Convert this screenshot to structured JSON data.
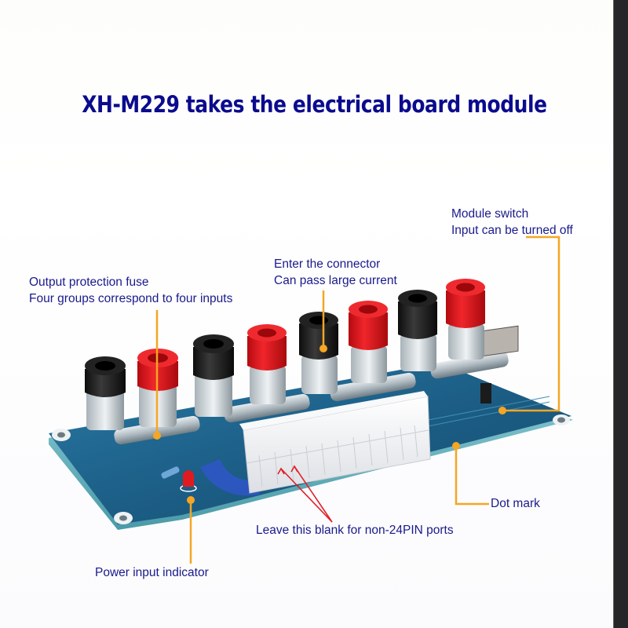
{
  "title": "XH-M229 takes the electrical board module",
  "colors": {
    "title": "#0b0b8e",
    "label_text": "#1a1a8c",
    "leader_line": "#f5a623",
    "arrow_line": "#e0202a",
    "pcb": "#1e5f86",
    "terminal_red": "#e3141a",
    "terminal_black": "#1a1a1a",
    "connector": "#f4f4f6",
    "right_band": "#262527"
  },
  "annotations": {
    "module_switch": {
      "line1": "Module switch",
      "line2": "Input can be turned off"
    },
    "connector": {
      "line1": "Enter the connector",
      "line2": "Can pass large current"
    },
    "fuse": {
      "line1": "Output protection fuse",
      "line2": "Four groups correspond to four inputs"
    },
    "dot_mark": {
      "line1": "Dot mark"
    },
    "blank_pins": {
      "line1": "Leave this blank for non-24PIN ports"
    },
    "power_indicator": {
      "line1": "Power input indicator"
    }
  },
  "board": {
    "terminals": [
      "black",
      "red",
      "black",
      "red",
      "black",
      "red",
      "black",
      "red"
    ],
    "fuse_count": 4,
    "connector_pins": 24
  }
}
